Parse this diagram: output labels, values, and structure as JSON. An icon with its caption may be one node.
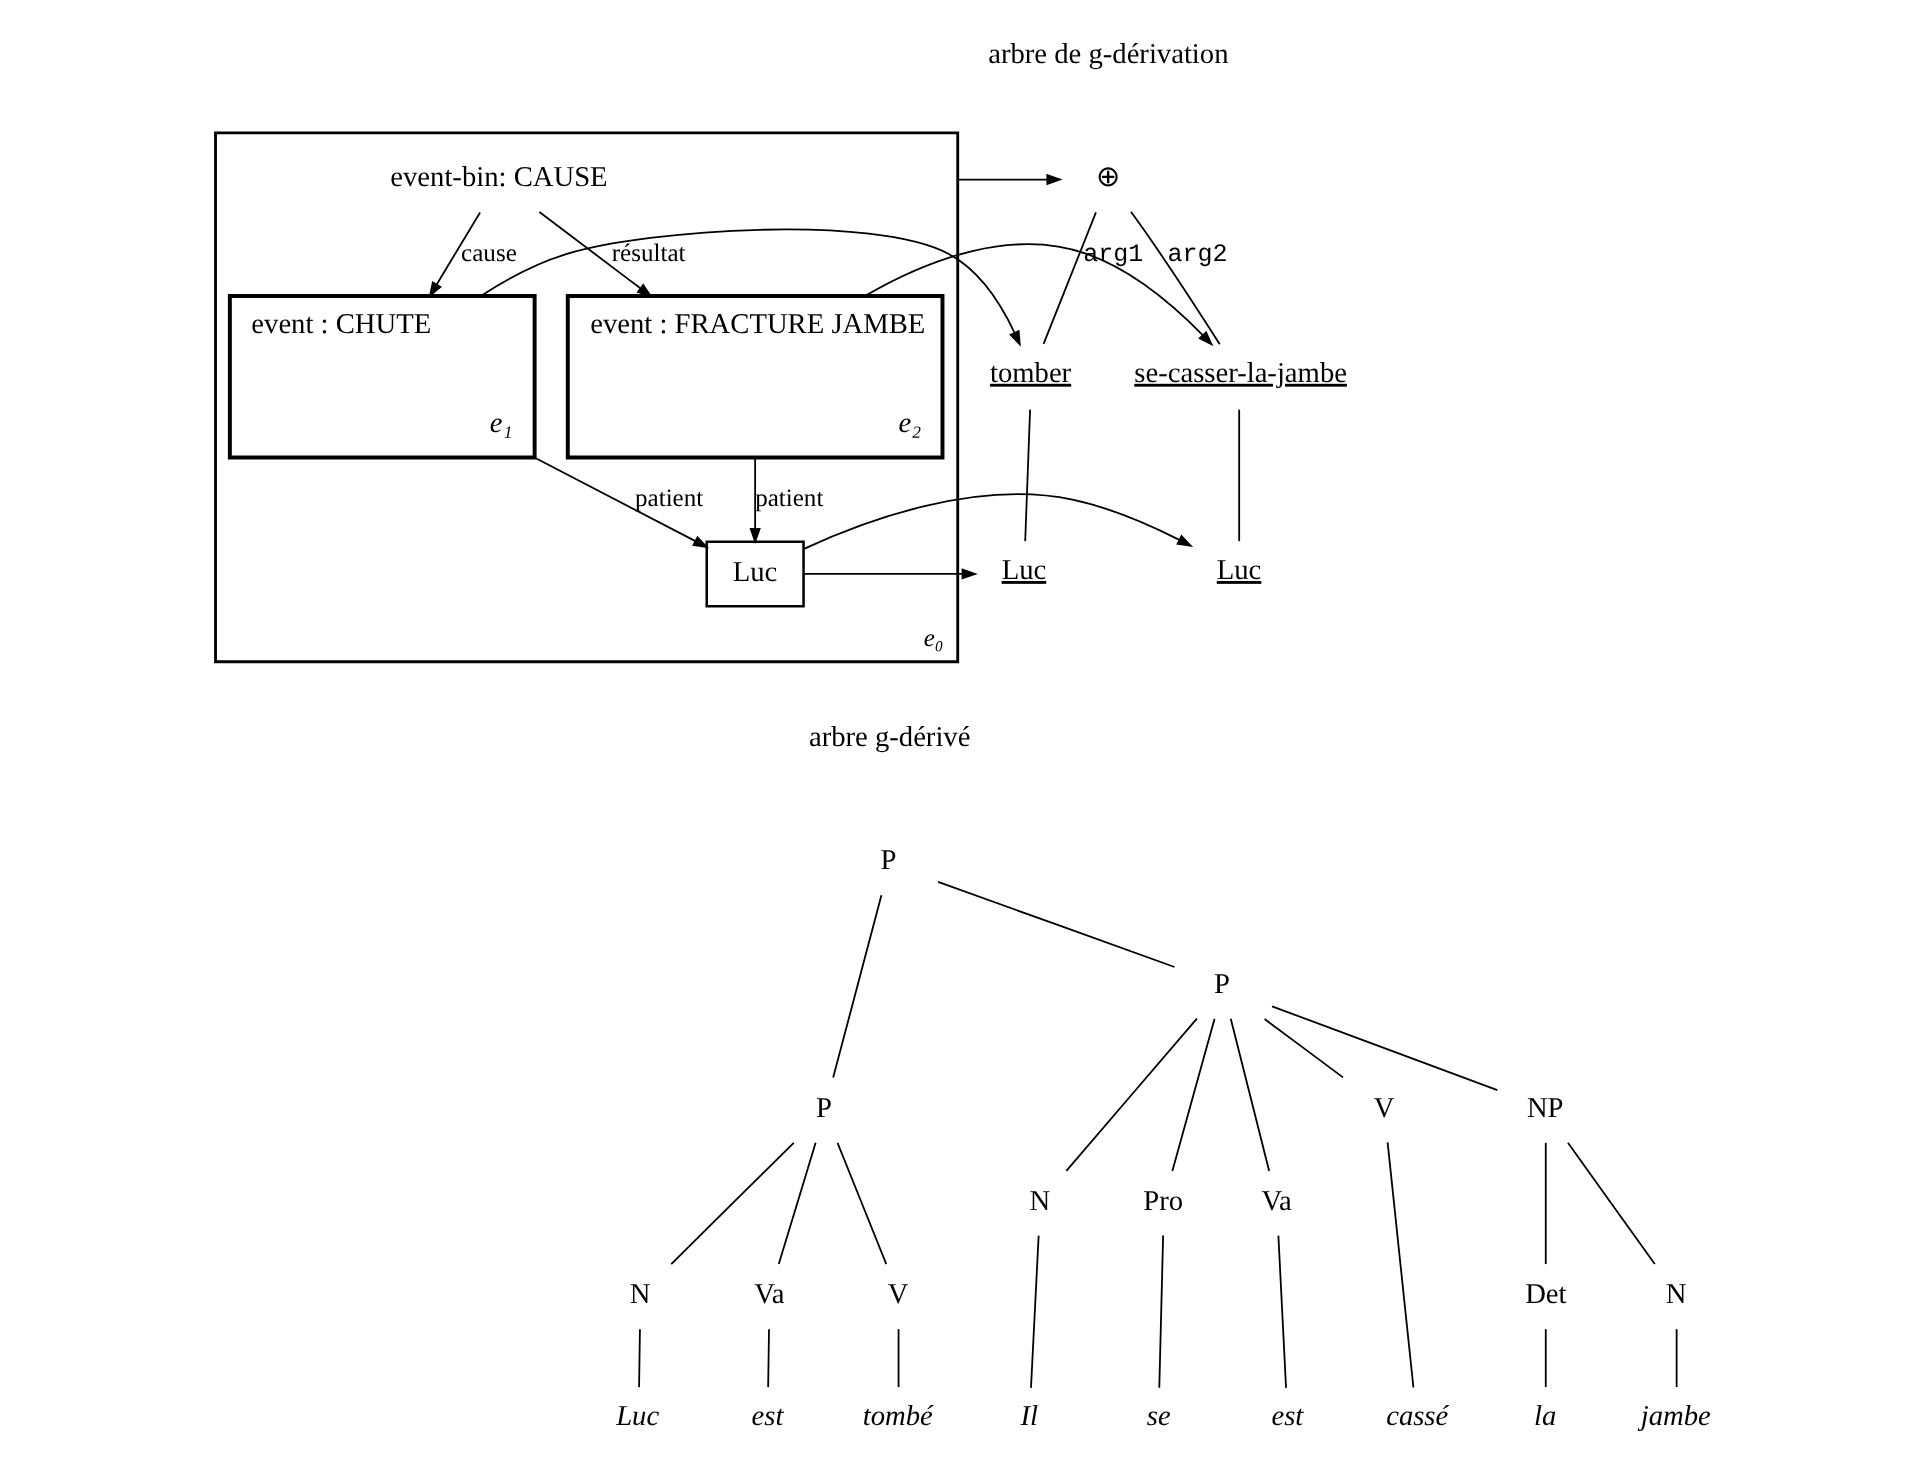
{
  "diagram": {
    "nodes": [
      {
        "text": [
          "e₀"
        ]
      },
      {
        "text": [
          "event-bin: CAUSE"
        ],
        "in": 0
      },
      {
        "text": [
          "event : CHUTE",
          "e₁"
        ],
        "in": 0
      },
      {
        "text": [
          "event : FRACTURE JAMBE",
          "e₂"
        ],
        "in": 0
      },
      {
        "text": [
          "Luc"
        ],
        "in": 0
      },
      {
        "text": [
          "⊕"
        ]
      },
      {
        "text": [
          "tomber"
        ]
      },
      {
        "text": [
          "se-casser-la-jambe"
        ]
      },
      {
        "text": [
          "Luc"
        ]
      },
      {
        "text": [
          "Luc"
        ]
      },
      {
        "text": [
          "P"
        ]
      },
      {
        "text": [
          "P"
        ]
      },
      {
        "text": [
          "P"
        ]
      },
      {
        "text": [
          "N"
        ]
      },
      {
        "text": [
          "Va"
        ]
      },
      {
        "text": [
          "V"
        ]
      },
      {
        "text": [
          "N"
        ]
      },
      {
        "text": [
          "Pro"
        ]
      },
      {
        "text": [
          "Va"
        ]
      },
      {
        "text": [
          "V"
        ]
      },
      {
        "text": [
          "NP"
        ]
      },
      {
        "text": [
          "Det"
        ]
      },
      {
        "text": [
          "N"
        ]
      },
      {
        "text": [
          "Luc"
        ]
      },
      {
        "text": [
          "est"
        ]
      },
      {
        "text": [
          "tombé"
        ]
      },
      {
        "text": [
          "Il"
        ]
      },
      {
        "text": [
          "se"
        ]
      },
      {
        "text": [
          "est"
        ]
      },
      {
        "text": [
          "cassé"
        ]
      },
      {
        "text": [
          "la"
        ]
      },
      {
        "text": [
          "jambe"
        ]
      }
    ],
    "edges": [
      {
        "from": 1,
        "to": 2,
        "arrow": "to",
        "label": "cause"
      },
      {
        "from": 1,
        "to": 3,
        "arrow": "to",
        "label": "résultat"
      },
      {
        "from": 2,
        "to": 4,
        "arrow": "to",
        "label": "patient"
      },
      {
        "from": 3,
        "to": 4,
        "arrow": "to",
        "label": "patient"
      },
      {
        "from": 0,
        "to": 5,
        "arrow": "to"
      },
      {
        "from": 2,
        "to": 6,
        "arrow": "to"
      },
      {
        "from": 3,
        "to": 7,
        "arrow": "to"
      },
      {
        "from": 4,
        "to": 8,
        "arrow": "to"
      },
      {
        "from": 4,
        "to": 9,
        "arrow": "to"
      },
      {
        "from": 5,
        "to": 6,
        "arrow": "none",
        "label": "arg1"
      },
      {
        "from": 5,
        "to": 7,
        "arrow": "none",
        "label": "arg2"
      },
      {
        "from": 6,
        "to": 8,
        "arrow": "none"
      },
      {
        "from": 7,
        "to": 9,
        "arrow": "none"
      },
      {
        "from": 10,
        "to": 11,
        "arrow": "none"
      },
      {
        "from": 10,
        "to": 12,
        "arrow": "none"
      },
      {
        "from": 11,
        "to": 13,
        "arrow": "none"
      },
      {
        "from": 11,
        "to": 14,
        "arrow": "none"
      },
      {
        "from": 11,
        "to": 15,
        "arrow": "none"
      },
      {
        "from": 12,
        "to": 16,
        "arrow": "none"
      },
      {
        "from": 12,
        "to": 17,
        "arrow": "none"
      },
      {
        "from": 12,
        "to": 18,
        "arrow": "none"
      },
      {
        "from": 12,
        "to": 19,
        "arrow": "none"
      },
      {
        "from": 12,
        "to": 20,
        "arrow": "none"
      },
      {
        "from": 20,
        "to": 21,
        "arrow": "none"
      },
      {
        "from": 20,
        "to": 22,
        "arrow": "none"
      },
      {
        "from": 13,
        "to": 23,
        "arrow": "none"
      },
      {
        "from": 14,
        "to": 24,
        "arrow": "none"
      },
      {
        "from": 15,
        "to": 25,
        "arrow": "none"
      },
      {
        "from": 16,
        "to": 26,
        "arrow": "none"
      },
      {
        "from": 17,
        "to": 27,
        "arrow": "none"
      },
      {
        "from": 18,
        "to": 28,
        "arrow": "none"
      },
      {
        "from": 19,
        "to": 29,
        "arrow": "none"
      },
      {
        "from": 21,
        "to": 30,
        "arrow": "none"
      },
      {
        "from": 22,
        "to": 31,
        "arrow": "none"
      }
    ],
    "labels": [
      "arbre de g-dérivation",
      "arbre g-dérivé"
    ]
  }
}
